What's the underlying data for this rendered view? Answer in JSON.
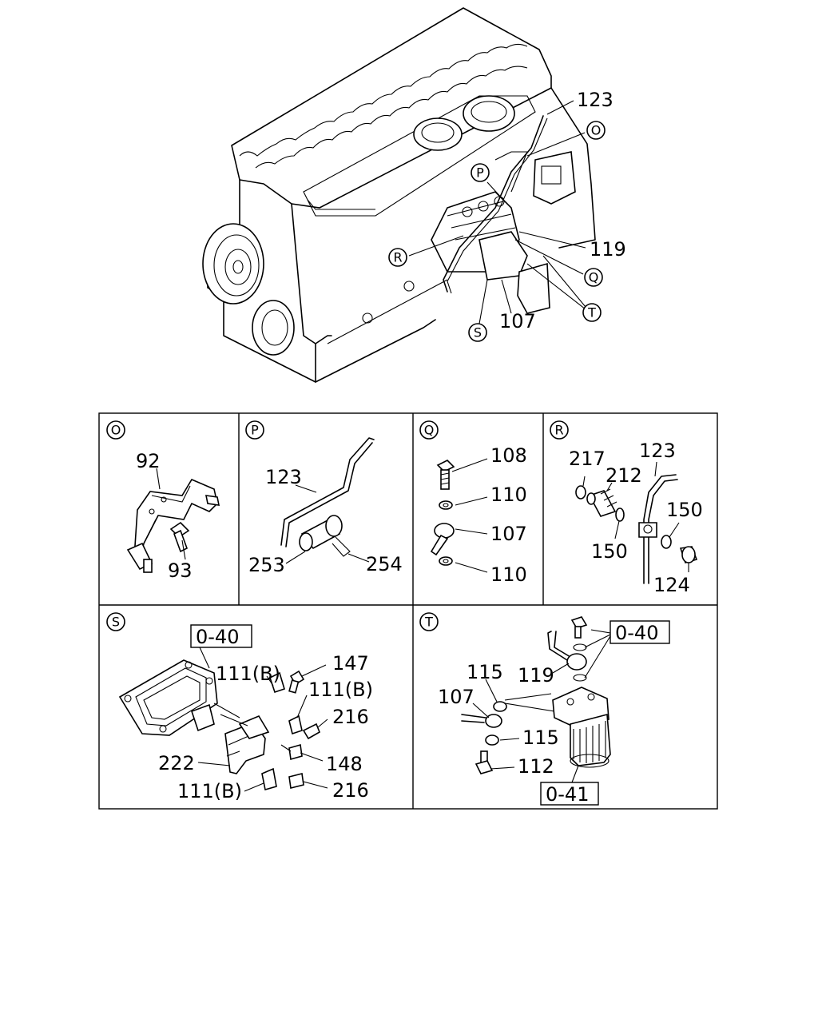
{
  "main_callouts": {
    "c123": "123",
    "c119": "119",
    "c107": "107",
    "O": "O",
    "P": "P",
    "Q": "Q",
    "R": "R",
    "S": "S",
    "T": "T"
  },
  "panels": {
    "O": {
      "letter": "O",
      "labels": {
        "l92": "92",
        "l93": "93"
      }
    },
    "P": {
      "letter": "P",
      "labels": {
        "l123": "123",
        "l253": "253",
        "l254": "254"
      }
    },
    "Q": {
      "letter": "Q",
      "labels": {
        "l108": "108",
        "l110a": "110",
        "l107": "107",
        "l110b": "110"
      }
    },
    "R": {
      "letter": "R",
      "labels": {
        "l217": "217",
        "l212": "212",
        "l123": "123",
        "l150a": "150",
        "l150b": "150",
        "l124": "124"
      }
    },
    "S": {
      "letter": "S",
      "labels": {
        "ref040": "0-40",
        "l111a": "111(B)",
        "l147": "147",
        "l111b": "111(B)",
        "l216a": "216",
        "l148": "148",
        "l222": "222",
        "l111c": "111(B)",
        "l216b": "216"
      }
    },
    "T": {
      "letter": "T",
      "labels": {
        "ref040": "0-40",
        "l115a": "115",
        "l119": "119",
        "l107": "107",
        "l115b": "115",
        "l112": "112",
        "ref041": "0-41"
      }
    }
  }
}
